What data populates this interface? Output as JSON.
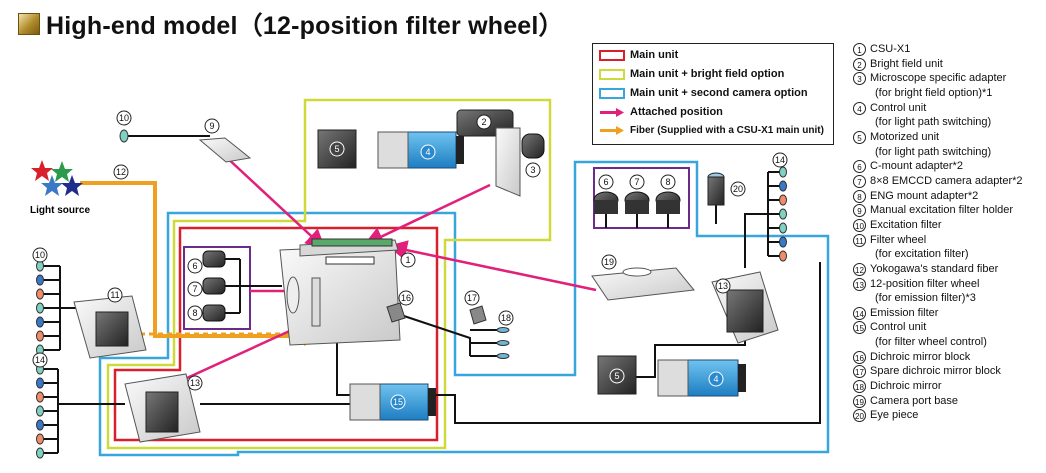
{
  "title": "High-end model（12-position filter wheel）",
  "legend": [
    {
      "label": "Main unit",
      "color": "#d9202a",
      "kind": "box"
    },
    {
      "label": "Main unit + bright field option",
      "color": "#cfd93a",
      "kind": "box"
    },
    {
      "label": "Main unit + second camera option",
      "color": "#38a6dc",
      "kind": "box"
    },
    {
      "label": "Attached position",
      "color": "#e0207a",
      "kind": "arrow"
    },
    {
      "label": "Fiber (Supplied with a CSU-X1 main unit)",
      "color": "#f0a020",
      "kind": "arrow"
    }
  ],
  "light_source_label": "Light source",
  "parts": [
    {
      "n": "1",
      "text": "CSU-X1"
    },
    {
      "n": "2",
      "text": "Bright field unit"
    },
    {
      "n": "3",
      "text": "Microscope specific adapter"
    },
    {
      "n": "",
      "text": "(for bright field option)*1"
    },
    {
      "n": "4",
      "text": "Control unit"
    },
    {
      "n": "",
      "text": "(for light path switching)"
    },
    {
      "n": "5",
      "text": "Motorized unit"
    },
    {
      "n": "",
      "text": "(for light path switching)"
    },
    {
      "n": "6",
      "text": "C-mount adapter*2"
    },
    {
      "n": "7",
      "text": "8×8 EMCCD camera adapter*2"
    },
    {
      "n": "8",
      "text": "ENG mount adapter*2"
    },
    {
      "n": "9",
      "text": "Manual excitation filter holder"
    },
    {
      "n": "10",
      "text": "Excitation filter"
    },
    {
      "n": "11",
      "text": "Filter wheel"
    },
    {
      "n": "",
      "text": "(for excitation filter)"
    },
    {
      "n": "12",
      "text": "Yokogawa's standard fiber"
    },
    {
      "n": "13",
      "text": "12-position filter wheel"
    },
    {
      "n": "",
      "text": "(for emission filter)*3"
    },
    {
      "n": "14",
      "text": "Emission filter"
    },
    {
      "n": "15",
      "text": "Control unit"
    },
    {
      "n": "",
      "text": "(for filter wheel control)"
    },
    {
      "n": "16",
      "text": "Dichroic mirror block"
    },
    {
      "n": "17",
      "text": "Spare dichroic mirror block"
    },
    {
      "n": "18",
      "text": "Dichroic mirror"
    },
    {
      "n": "19",
      "text": "Camera port  base"
    },
    {
      "n": "20",
      "text": "Eye piece"
    }
  ],
  "callouts": {
    "c1": "1",
    "c2": "2",
    "c3": "3",
    "c4a": "4",
    "c4b": "4",
    "c5a": "5",
    "c5b": "5",
    "c6a": "6",
    "c7a": "7",
    "c8a": "8",
    "c6b": "6",
    "c7b": "7",
    "c8b": "8",
    "c9": "9",
    "c10a": "10",
    "c10b": "10",
    "c11": "11",
    "c12": "12",
    "c13a": "13",
    "c13b": "13",
    "c14a": "14",
    "c14b": "14",
    "c15": "15",
    "c16": "16",
    "c17": "17",
    "c18": "18",
    "c19": "19",
    "c20": "20"
  }
}
